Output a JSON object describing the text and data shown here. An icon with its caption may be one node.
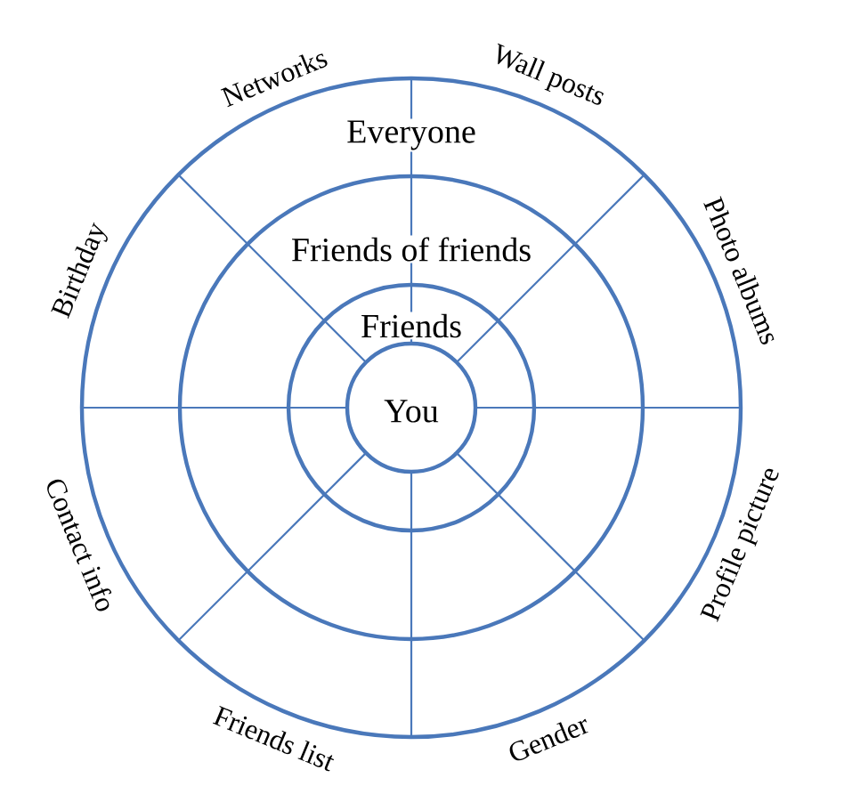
{
  "diagram": {
    "nodes": [
      {
        "text": [
          "Everyone"
        ]
      },
      {
        "text": [
          "Friends of friends"
        ],
        "in": 0
      },
      {
        "text": [
          "Friends"
        ],
        "in": 1
      },
      {
        "text": [
          "You"
        ],
        "in": 2
      }
    ],
    "labels": [
      "Wall posts",
      "Photo albums",
      "Profile picture",
      "Gender",
      "Friends list",
      "Contact info",
      "Birthday",
      "Networks"
    ]
  }
}
